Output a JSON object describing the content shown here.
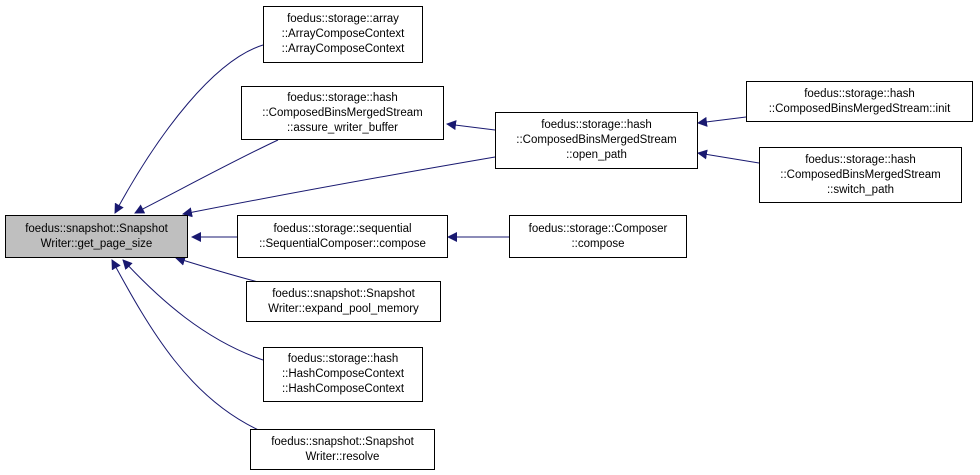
{
  "colors": {
    "edge": "#191970",
    "focus_fill": "#bfbfbf",
    "node_fill": "#ffffff",
    "border": "#000000"
  },
  "nodes": {
    "get_page_size": [
      "foedus::snapshot::Snapshot",
      "Writer::get_page_size"
    ],
    "array_ctx": [
      "foedus::storage::array",
      "::ArrayComposeContext",
      "::ArrayComposeContext"
    ],
    "assure_writer_buffer": [
      "foedus::storage::hash",
      "::ComposedBinsMergedStream",
      "::assure_writer_buffer"
    ],
    "open_path": [
      "foedus::storage::hash",
      "::ComposedBinsMergedStream",
      "::open_path"
    ],
    "init": [
      "foedus::storage::hash",
      "::ComposedBinsMergedStream::init"
    ],
    "switch_path": [
      "foedus::storage::hash",
      "::ComposedBinsMergedStream",
      "::switch_path"
    ],
    "seq_compose": [
      "foedus::storage::sequential",
      "::SequentialComposer::compose"
    ],
    "composer_compose": [
      "foedus::storage::Composer",
      "::compose"
    ],
    "expand_pool_memory": [
      "foedus::snapshot::Snapshot",
      "Writer::expand_pool_memory"
    ],
    "hash_ctx": [
      "foedus::storage::hash",
      "::HashComposeContext",
      "::HashComposeContext"
    ],
    "resolve": [
      "foedus::snapshot::Snapshot",
      "Writer::resolve"
    ]
  }
}
